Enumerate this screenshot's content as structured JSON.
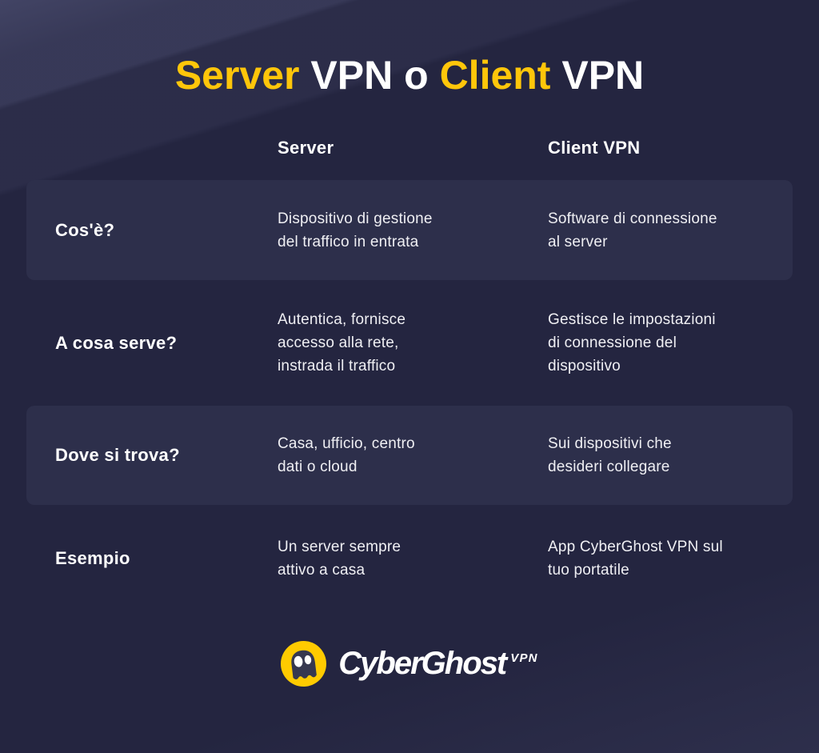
{
  "colors": {
    "background": "#242540",
    "row_highlight": "#2D2F4B",
    "accent_yellow": "#FFC60A",
    "logo_yellow": "#FFCB00",
    "ghost_body": "#363850",
    "text_white": "#FFFFFF",
    "text_body": "#EFEFF3"
  },
  "title": {
    "full_text": "Server VPN o Client VPN",
    "segments": [
      {
        "text": "Server ",
        "accent": true
      },
      {
        "text": "VPN o ",
        "accent": false
      },
      {
        "text": "Client ",
        "accent": true
      },
      {
        "text": "VPN",
        "accent": false
      }
    ]
  },
  "chart_data": {
    "type": "table",
    "title": "Server VPN o Client VPN",
    "columns": [
      "",
      "Server",
      "Client VPN"
    ],
    "column_headers": {
      "server": "Server",
      "client": "Client VPN"
    },
    "rows": [
      {
        "label": "Cos'è?",
        "server": "Dispositivo di gestione\ndel traffico in entrata",
        "client": "Software di connessione\nal server",
        "highlighted": true
      },
      {
        "label": "A cosa serve?",
        "server": "Autentica, fornisce\naccesso alla rete,\ninstrada il traffico",
        "client": "Gestisce le impostazioni\ndi connessione del\ndispositivo",
        "highlighted": false
      },
      {
        "label": "Dove si trova?",
        "server": "Casa, ufficio, centro\ndati o cloud",
        "client": "Sui dispositivi che\ndesideri collegare",
        "highlighted": true
      },
      {
        "label": "Esempio",
        "server": "Un server sempre\nattivo a casa",
        "client": "App CyberGhost VPN sul\ntuo portatile",
        "highlighted": false
      }
    ],
    "layout_hints": {
      "highlighted_row_indexes": [
        0,
        2
      ],
      "legend": "none",
      "grid": "off"
    }
  },
  "footer": {
    "brand": "CyberGhost",
    "brand_suffix": "VPN"
  }
}
